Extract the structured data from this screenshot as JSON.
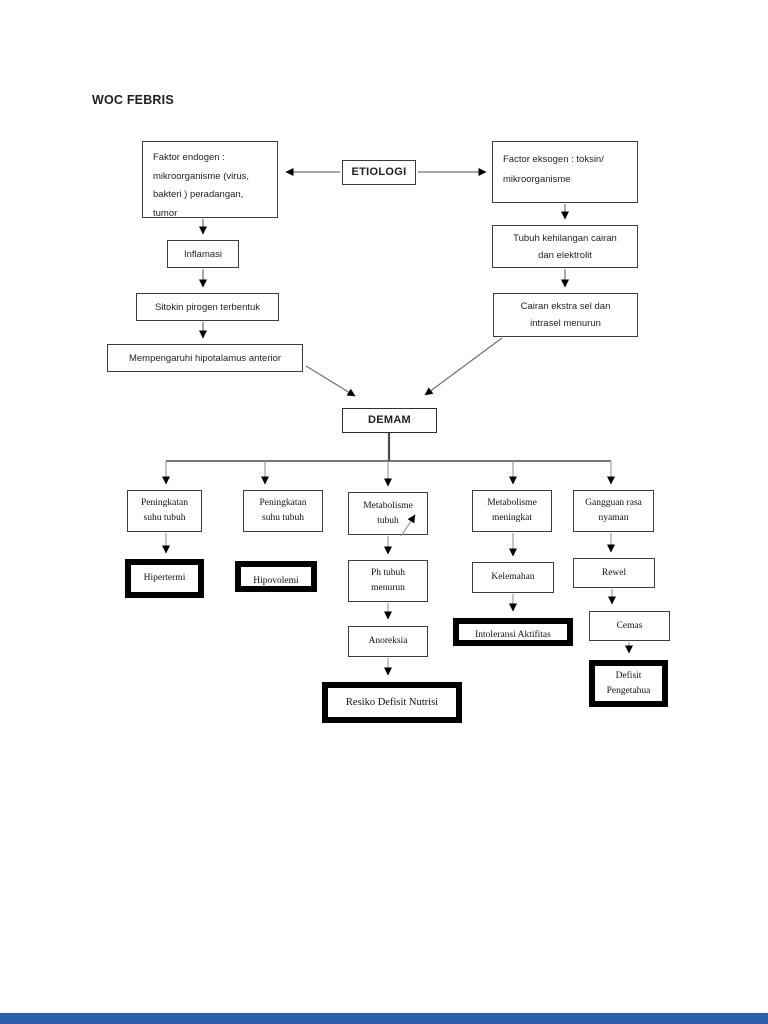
{
  "page": {
    "title": "WOC FEBRIS"
  },
  "accent": {
    "footer_bar_color": "#2e5fae",
    "emphasis_border_color": "#000000"
  },
  "nodes": {
    "faktor_endogen": {
      "line1": "Faktor endogen :",
      "line2": "mikroorganisme (virus,",
      "line3": "bakteri ) peradangan,",
      "line4": "tumor"
    },
    "etiologi": {
      "label": "ETIOLOGI"
    },
    "factor_eksogen": {
      "line1": "Factor eksogen : toksin/",
      "line2": "mikroorganisme"
    },
    "tubuh_kehilangan": {
      "line1": "Tubuh kehilangan cairan",
      "line2": "dan elektrolit"
    },
    "cairan_ekstra": {
      "line1": "Cairan ekstra sel dan",
      "line2": "intrasel menurun"
    },
    "inflamasi": {
      "label": "Inflamasi"
    },
    "sitokin": {
      "label": "Sitokin pirogen terbentuk"
    },
    "hipotalamus": {
      "label": "Mempengaruhi hipotalamus anterior"
    },
    "demam": {
      "label": "DEMAM"
    },
    "peningkatan_suhu_1": {
      "line1": "Peningkatan",
      "line2": "suhu tubuh"
    },
    "peningkatan_suhu_2": {
      "line1": "Peningkatan",
      "line2": "suhu tubuh"
    },
    "metabolisme_tubuh": {
      "line1": "Metabolisme",
      "line2": "tubuh"
    },
    "metabolisme_meningkat": {
      "line1": "Metabolisme",
      "line2": "meningkat"
    },
    "gangguan_rasa_nyaman": {
      "line1": "Gangguan rasa",
      "line2": "nyaman"
    },
    "hipertermi": {
      "label": "Hipertermi"
    },
    "hipovolemi": {
      "label": "Hipovolemi"
    },
    "ph_tubuh_menurun": {
      "line1": "Ph tubuh",
      "line2": "menurun"
    },
    "kelemahan": {
      "label": "Kelemahan"
    },
    "rewel": {
      "label": "Rewel"
    },
    "anoreksia": {
      "label": "Anoreksia"
    },
    "intoleransi_aktifitas": {
      "label": "Intoleransi Aktifitas"
    },
    "cemas": {
      "label": "Cemas"
    },
    "resiko_defisit_nutrisi": {
      "label": "Resiko Defisit Nutrisi"
    },
    "defisit_pengetahuan": {
      "line1": "Defisit",
      "line2": "Pengetahua"
    }
  }
}
